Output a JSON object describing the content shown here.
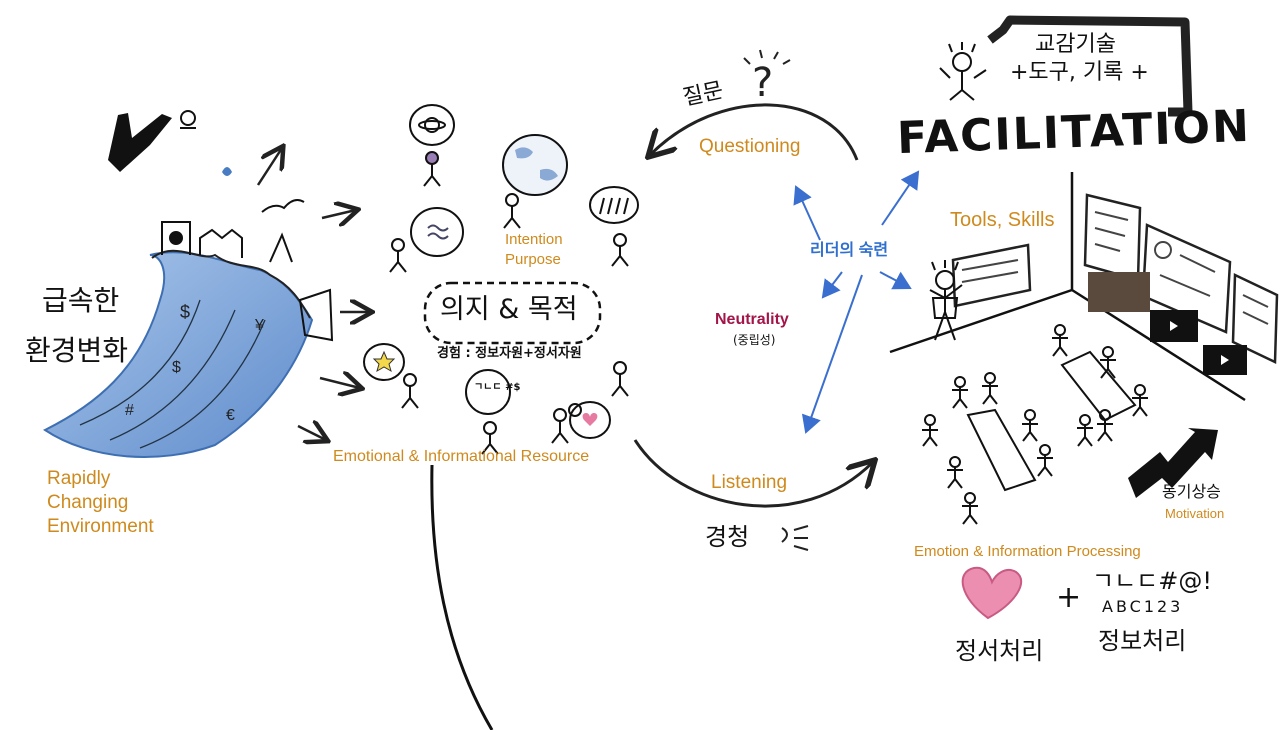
{
  "left": {
    "korean_line1": "급속한",
    "korean_line2": "환경변화",
    "english": [
      "Rapidly",
      "Changing",
      "Environment"
    ]
  },
  "center": {
    "intention": [
      "Intention",
      "Purpose"
    ],
    "main_box": "의지 & 목적",
    "sub_text": "경험 : 정보자원+정서자원",
    "emotional": "Emotional & Informational Resource",
    "bubble_text": "ㄱㄴㄷ #$"
  },
  "cycle": {
    "questioning": "Questioning",
    "questioning_kr": "질문",
    "listening": "Listening",
    "listening_kr": "경청",
    "leader": "리더의 숙련",
    "neutrality": "Neutrality",
    "neutrality_kr": "(중립성)"
  },
  "right": {
    "top_kr_line1": "교감기술",
    "top_kr_line2": "+도구, 기록 +",
    "facilitation": "FACILITATION",
    "tools": "Tools, Skills",
    "motivation_kr": "동기상승",
    "motivation": "Motivation",
    "processing": "Emotion & Information Processing",
    "symbols": "ㄱㄴㄷ#@!",
    "abc": "ABC123",
    "emotion_kr": "정서처리",
    "info_kr": "정보처리",
    "plus": "+"
  },
  "colors": {
    "accent_orange": "#cf8a1e",
    "blue": "#2f6fcf",
    "neutral_red": "#a3154a",
    "wave_blue": "#7fa6d8",
    "heart_pink": "#e77aa0"
  }
}
